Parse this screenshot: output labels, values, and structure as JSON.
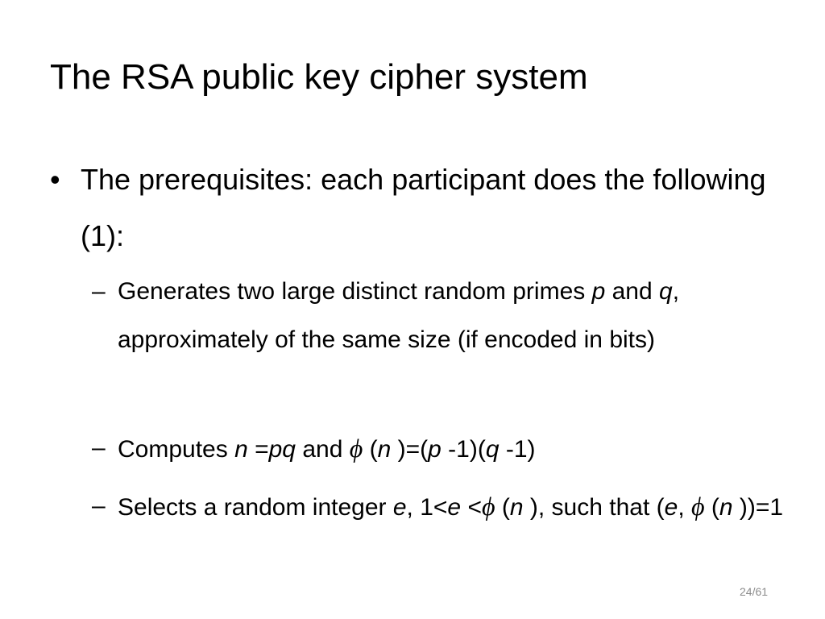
{
  "slide": {
    "title": "The RSA public key cipher system",
    "page_number": "24/61"
  },
  "bullets": {
    "marker": "•",
    "main": "The prerequisites: each participant does the following (1):",
    "sub_marker": "–",
    "sub1": {
      "t1": "Generates two large distinct random primes ",
      "p": "p",
      "t2": " and ",
      "q": "q",
      "t3": ", approximately of the same size (if encoded in bits)"
    },
    "sub2": {
      "t1": "Computes ",
      "n": "n",
      "t2": " =",
      "pq": "pq",
      "t3": " and ",
      "phi": "ϕ",
      "t4": " (",
      "n2": "n",
      "t5": " )=(",
      "p": "p",
      "t6": " -1)(",
      "q": "q",
      "t7": " -1)"
    },
    "sub3": {
      "t1": "Selects a random integer ",
      "e": "e",
      "t2": ", 1<",
      "e2": "e",
      "t3": " <",
      "phi": "ϕ",
      "t4": " (",
      "n": "n",
      "t5": " ), such that (",
      "e3": "e",
      "t6": ", ",
      "phi2": "ϕ",
      "t7": " (",
      "n2": "n",
      "t8": " ))=1"
    }
  }
}
